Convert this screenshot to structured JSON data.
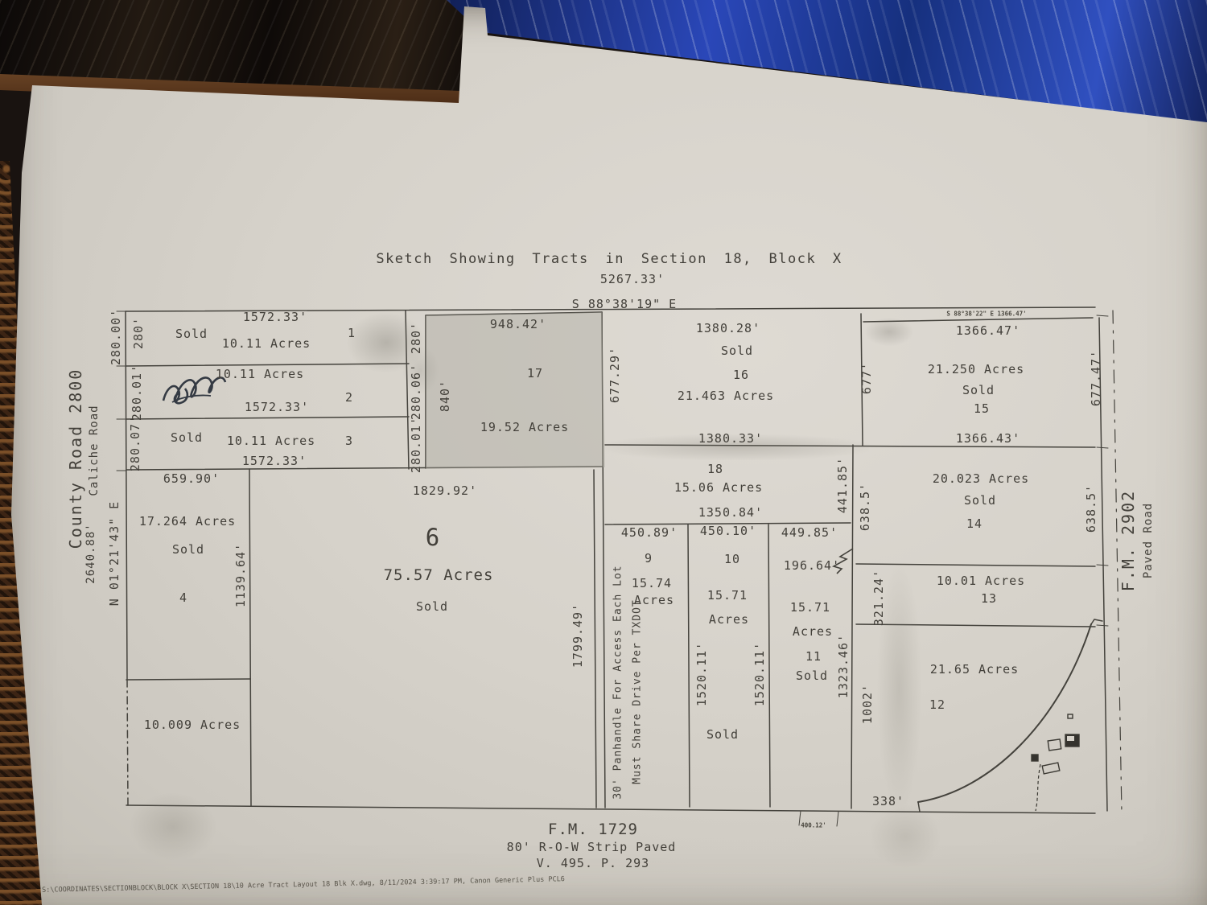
{
  "header": {
    "title": "Sketch Showing Tracts in Section 18, Block X",
    "total_dim": "5267.33'",
    "bearing": "S 88°38'19\" E"
  },
  "roads": {
    "left": {
      "name": "County Road 2800",
      "surface": "Caliche Road",
      "dim": "2640.88'",
      "bearing": "N 01°21'43\" E"
    },
    "right": {
      "name": "F.M. 2902",
      "surface": "Paved Road"
    },
    "bottom": {
      "name": "F.M. 1729",
      "row": "80' R-O-W Strip Paved",
      "ref": "V. 495. P. 293",
      "small_dim": "400.12'"
    }
  },
  "tracts": {
    "t1": {
      "num": "1",
      "acres": "10.11 Acres",
      "sold": "Sold",
      "top": "1572.33'",
      "left_out": "280.00'",
      "left_in": "280'",
      "right": "280'"
    },
    "t2": {
      "num": "2",
      "acres": "10.11 Acres",
      "bottom": "1572.33'",
      "left": "280.01'",
      "right": "280.06'"
    },
    "t3": {
      "num": "3",
      "acres": "10.11 Acres",
      "sold": "Sold",
      "bottom": "1572.33'",
      "left": "280.07'",
      "right": "280.01'"
    },
    "t4": {
      "num": "4",
      "acres": "17.264 Acres",
      "sold": "Sold",
      "top": "659.90'",
      "right": "1139.64'"
    },
    "t6": {
      "num": "6",
      "acres": "75.57 Acres",
      "sold": "Sold",
      "top": "1829.92'",
      "right": "1799.49'"
    },
    "t9": {
      "num": "9",
      "acres_a": "15.74",
      "acres_b": "Acres",
      "top": "450.89'"
    },
    "t10": {
      "num": "10",
      "acres_a": "15.71",
      "acres_b": "Acres",
      "top": "450.10'",
      "left": "1520.11'",
      "right": "1520.11'",
      "sold": "Sold"
    },
    "t11": {
      "num": "11",
      "acres_a": "15.71",
      "acres_b": "Acres",
      "top": "449.85'",
      "jog": "196.64'",
      "sold": "Sold",
      "right": "1323.46'"
    },
    "t12": {
      "num": "12",
      "acres": "21.65 Acres",
      "left": "1002'",
      "bottom": "338'"
    },
    "t13": {
      "num": "13",
      "acres": "10.01 Acres",
      "left": "321.24'"
    },
    "t14": {
      "num": "14",
      "acres": "20.023 Acres",
      "sold": "Sold",
      "left": "638.5'",
      "right": "638.5'"
    },
    "t15": {
      "num": "15",
      "acres": "21.250 Acres",
      "sold": "Sold",
      "top": "1366.47'",
      "bottom": "1366.43'",
      "right": "677.47'",
      "tiny_bearing": "S 88°38'22\" E   1366.47'"
    },
    "t16": {
      "num": "16",
      "acres": "21.463 Acres",
      "sold": "Sold",
      "top": "1380.28'",
      "bottom": "1380.33'",
      "right": "677'"
    },
    "t17": {
      "num": "17",
      "acres": "19.52 Acres",
      "top": "948.42'",
      "left": "840'",
      "right": "677.29'"
    },
    "t18": {
      "num": "18",
      "acres": "15.06 Acres",
      "bottom": "1350.84'",
      "right": "441.85'"
    },
    "t10009": {
      "acres": "10.009 Acres"
    }
  },
  "annotations": {
    "panhandle_1": "30' Panhandle For Access Each Lot",
    "panhandle_2": "Must Share Drive Per TXDOT",
    "footer_path": "S:\\COORDINATES\\SECTIONBLOCK\\BLOCK X\\SECTION 18\\10 Acre Tract Layout 18 Blk X.dwg, 8/11/2024 3:39:17 PM, Canon Generic Plus PCL6"
  }
}
